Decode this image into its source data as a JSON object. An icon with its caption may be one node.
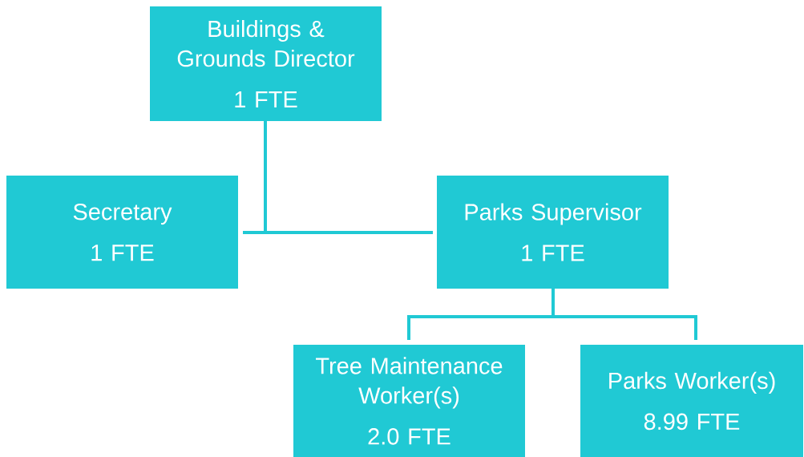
{
  "diagram": {
    "nodes": [
      {
        "text": [
          "Buildings & Grounds Director",
          "1 FTE"
        ]
      },
      {
        "text": [
          "Secretary",
          "1 FTE"
        ]
      },
      {
        "text": [
          "Parks Supervisor",
          "1 FTE"
        ]
      },
      {
        "text": [
          "Tree Maintenance Worker(s)",
          "2.0 FTE"
        ]
      },
      {
        "text": [
          "Parks Worker(s)",
          "8.99 FTE"
        ]
      }
    ],
    "edges": [
      {
        "from": 0,
        "to": 1,
        "arrow": "none"
      },
      {
        "from": 0,
        "to": 2,
        "arrow": "none"
      },
      {
        "from": 2,
        "to": 3,
        "arrow": "none"
      },
      {
        "from": 2,
        "to": 4,
        "arrow": "none"
      }
    ]
  }
}
